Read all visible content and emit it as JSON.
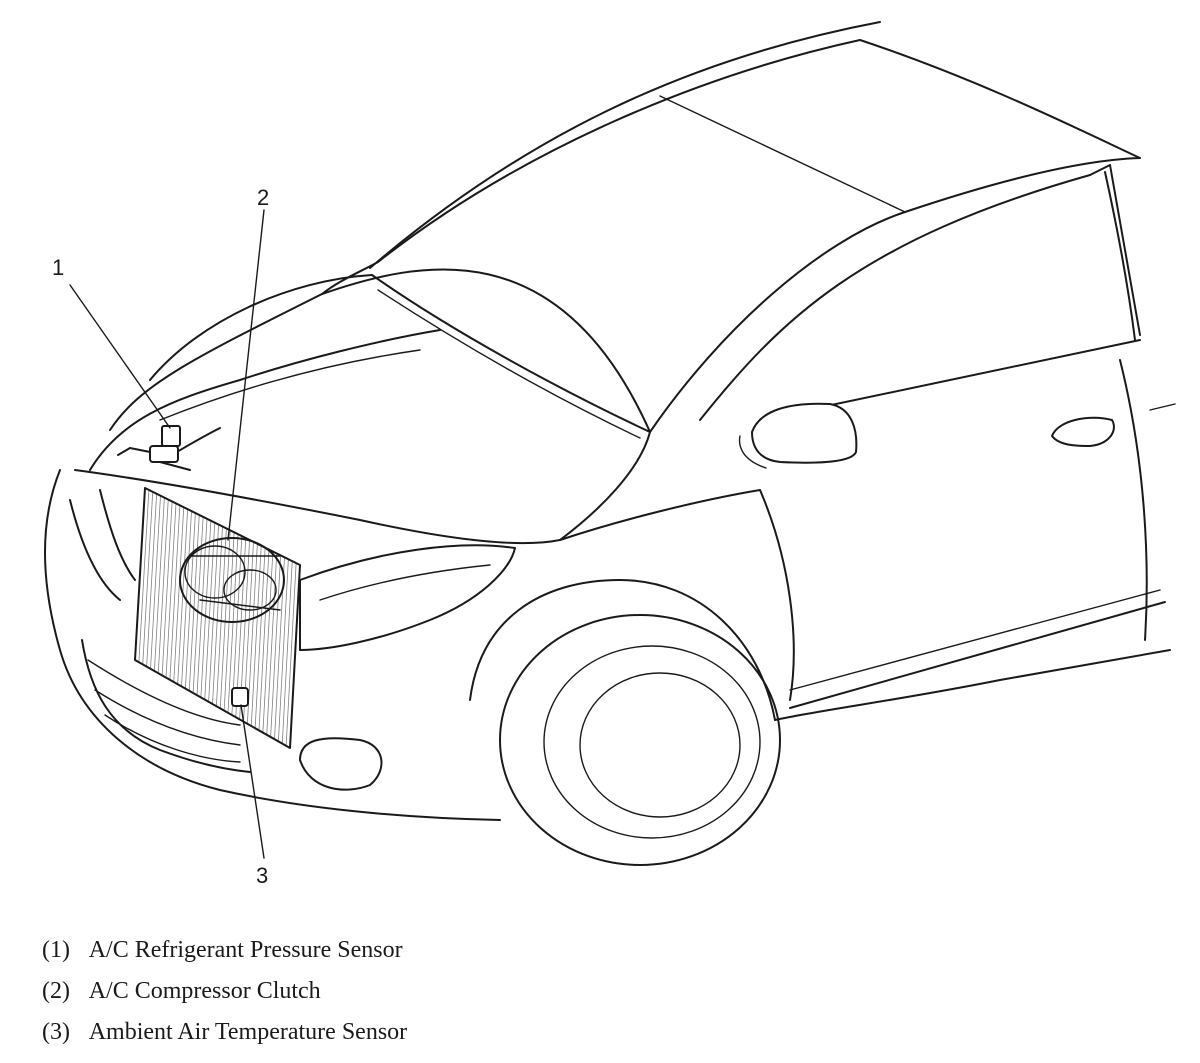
{
  "diagram": {
    "callouts": [
      {
        "number": "1"
      },
      {
        "number": "2"
      },
      {
        "number": "3"
      }
    ]
  },
  "legend": {
    "items": [
      {
        "number": "(1)",
        "label": "A/C Refrigerant Pressure Sensor"
      },
      {
        "number": "(2)",
        "label": "A/C Compressor Clutch"
      },
      {
        "number": "(3)",
        "label": "Ambient Air Temperature Sensor"
      }
    ]
  },
  "colors": {
    "line": "#1a1a1a",
    "background": "#ffffff"
  }
}
